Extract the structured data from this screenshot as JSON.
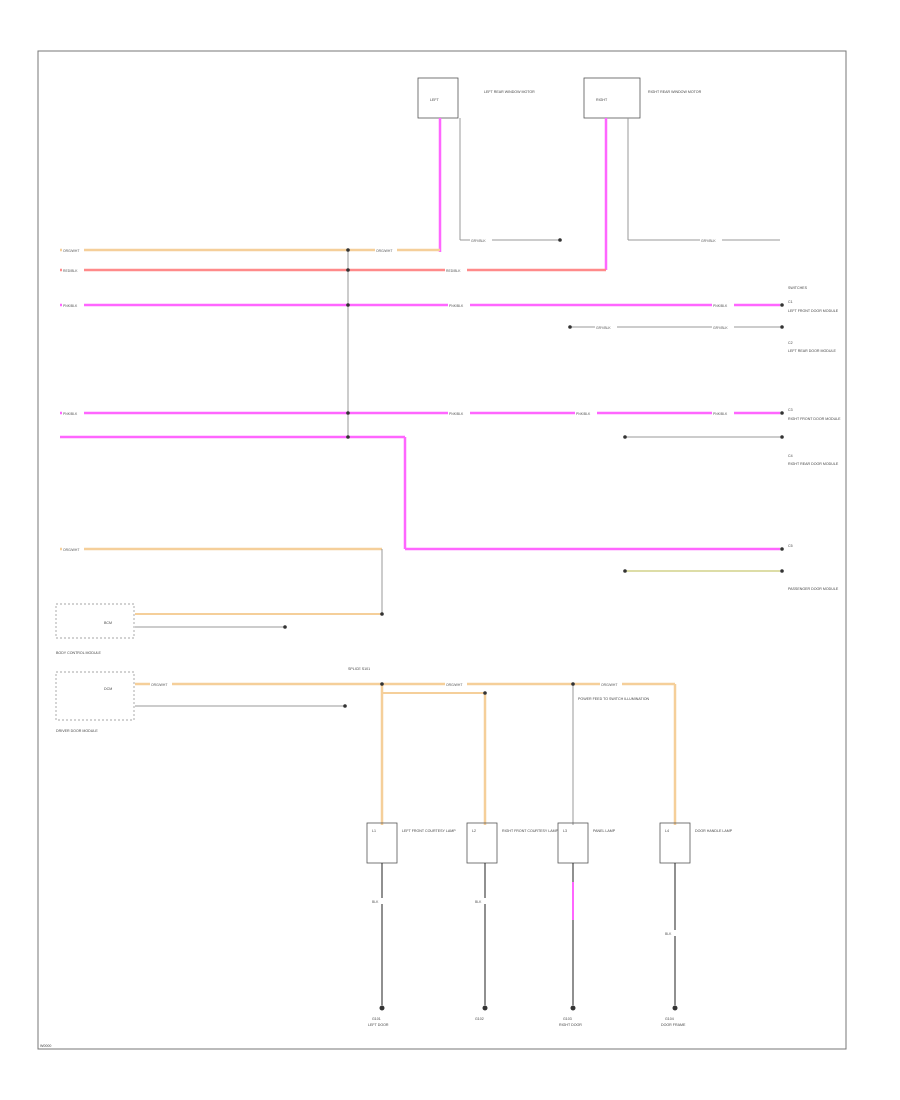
{
  "colors": {
    "pink": "#ff66ff",
    "orange": "#f5cf9a",
    "red": "#ff8a8a",
    "gray": "#999999",
    "black": "#222222",
    "wire_label_bg": "#ffffff"
  },
  "components": {
    "top_left_module": {
      "tag": "LEFT",
      "name": "LEFT REAR WINDOW MOTOR"
    },
    "top_right_module": {
      "tag": "RIGHT",
      "name": "RIGHT REAR WINDOW MOTOR"
    },
    "right_group_label": "SWITCHES",
    "right_connectors": [
      {
        "id": "C1",
        "name": "LEFT FRONT DOOR MODULE"
      },
      {
        "id": "C2",
        "name": "LEFT REAR DOOR MODULE"
      },
      {
        "id": "C3",
        "name": "RIGHT FRONT DOOR MODULE"
      },
      {
        "id": "C4",
        "name": "RIGHT REAR DOOR MODULE"
      },
      {
        "id": "C5",
        "name": "PASSENGER DOOR MODULE"
      }
    ],
    "left_module_top": {
      "tag": "BCM",
      "name": "BODY CONTROL MODULE"
    },
    "left_module_bottom": {
      "tag": "DCM",
      "name": "DRIVER DOOR MODULE"
    },
    "splice_label": "SPLICE S101",
    "lamps": [
      {
        "tag": "L1",
        "name": "LEFT FRONT COURTESY LAMP"
      },
      {
        "tag": "L2",
        "name": "RIGHT FRONT COURTESY LAMP"
      },
      {
        "tag": "L3",
        "name": "PANEL LAMP"
      },
      {
        "tag": "L4",
        "name": "DOOR HANDLE LAMP"
      }
    ],
    "grounds": [
      {
        "tag": "G101",
        "name": "LEFT DOOR"
      },
      {
        "tag": "G102",
        "name": ""
      },
      {
        "tag": "G103",
        "name": "RIGHT DOOR"
      },
      {
        "tag": "G104",
        "name": "DOOR FRAME"
      }
    ],
    "mid_note": "POWER FEED TO SWITCH ILLUMINATION"
  },
  "wire_labels": {
    "orange": "ORG/WHT",
    "red": "RED/BLK",
    "pink": "PNK/BLK",
    "gray": "GRY/BLK",
    "black": "BLK"
  },
  "footer": {
    "code": "W0000"
  }
}
